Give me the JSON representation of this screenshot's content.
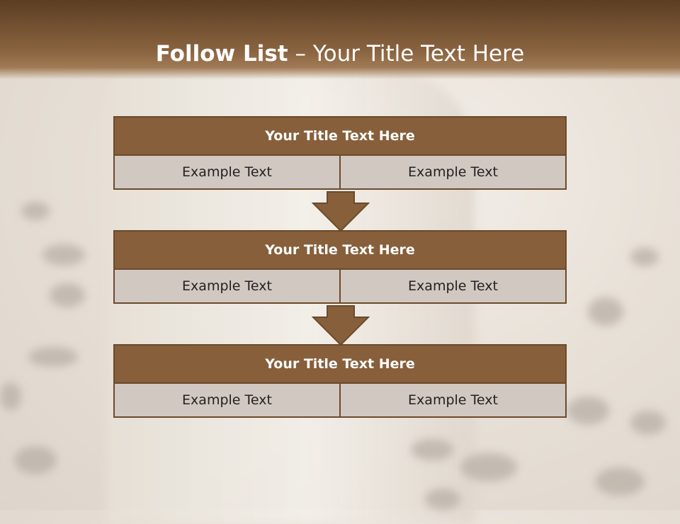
{
  "header": {
    "title_bold": "Follow List",
    "title_rest": " – Your Title Text Here"
  },
  "colors": {
    "header_dark": "#5b3d22",
    "block_title": "#875f3b",
    "block_border": "#6b4a2b",
    "cell_bg": "#d2c8c2"
  },
  "blocks": [
    {
      "title": "Your Title Text Here",
      "left": "Example Text",
      "right": "Example Text"
    },
    {
      "title": "Your Title Text Here",
      "left": "Example Text",
      "right": "Example Text"
    },
    {
      "title": "Your Title Text Here",
      "left": "Example Text",
      "right": "Example Text"
    }
  ]
}
